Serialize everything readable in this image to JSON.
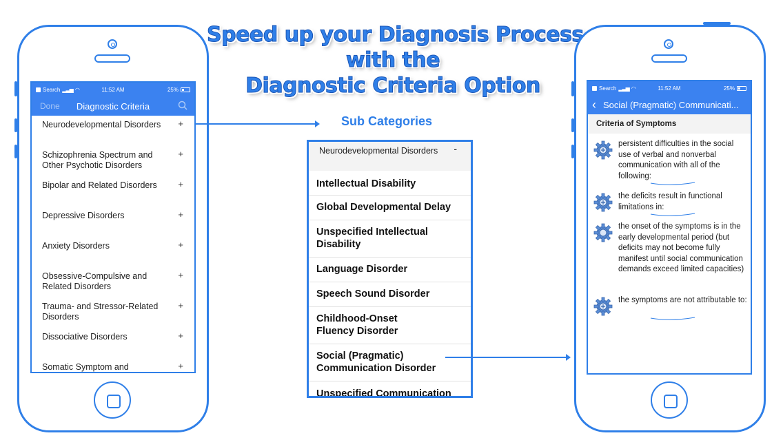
{
  "headline": {
    "line1": "Speed up your Diagnosis Process",
    "line2": "with the",
    "line3": "Diagnostic Criteria Option"
  },
  "left_screen": {
    "status": {
      "carrier": "Search",
      "time": "11:52 AM",
      "battery": "25%"
    },
    "navbar": {
      "done": "Done",
      "title": "Diagnostic Criteria",
      "search_icon": "search-icon"
    },
    "items": [
      {
        "label": "Neurodevelopmental Disorders",
        "expand": "+"
      },
      {
        "label": "Schizophrenia Spectrum and Other Psychotic Disorders",
        "expand": "+"
      },
      {
        "label": "Bipolar and Related Disorders",
        "expand": "+"
      },
      {
        "label": "Depressive Disorders",
        "expand": "+"
      },
      {
        "label": "Anxiety Disorders",
        "expand": "+"
      },
      {
        "label": "Obsessive-Compulsive and Related Disorders",
        "expand": "+"
      },
      {
        "label": "Trauma- and Stressor-Related Disorders",
        "expand": "+"
      },
      {
        "label": "Dissociative Disorders",
        "expand": "+"
      },
      {
        "label": "Somatic Symptom and",
        "expand": "+"
      }
    ]
  },
  "sub_categories": {
    "title": "Sub Categories",
    "header": {
      "label": "Neurodevelopmental Disorders",
      "collapse": "-"
    },
    "items": [
      "Intellectual Disability",
      "Global Developmental Delay",
      "Unspecified Intellectual Disability",
      "Language Disorder",
      "Speech Sound Disorder",
      "Childhood-Onset Fluency Disorder",
      "Social (Pragmatic) Communication Disorder",
      "Unspecified Communication"
    ]
  },
  "right_screen": {
    "status": {
      "carrier": "Search",
      "time": "11:52 AM",
      "battery": "25%"
    },
    "navbar": {
      "back": "‹",
      "title": "Social (Pragmatic) Communicati..."
    },
    "section": "Criteria of Symptoms",
    "criteria": [
      "persistent difficulties in the social use of verbal and nonverbal communication with all of the following:",
      "the deficits result in functional limitations in:",
      "the onset of the symptoms is in the early developmental period (but deficits may not become fully manifest until social communication demands exceed limited capacities)",
      "the symptoms are not attributable to:"
    ]
  },
  "colors": {
    "accent": "#2f7fe8",
    "navbar": "#3b82f0",
    "gear": "#5b8ed6"
  }
}
